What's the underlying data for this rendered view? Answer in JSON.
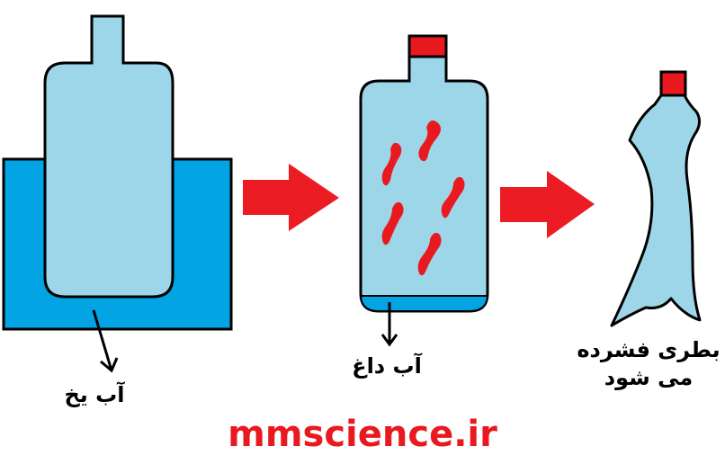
{
  "labels": {
    "ice_water": "آب یخ",
    "hot_water": "آب داغ",
    "crushed_line1": "بطری فشرده",
    "crushed_line2": "می شود"
  },
  "watermark": "mmscience.ir",
  "colors": {
    "bottle_fill": "#9dd6e8",
    "ice_water_fill": "#02a4e3",
    "cap_red": "#e8191f",
    "arrow_red": "#ec1c24",
    "steam_red": "#e8191f",
    "outline": "#000000"
  }
}
